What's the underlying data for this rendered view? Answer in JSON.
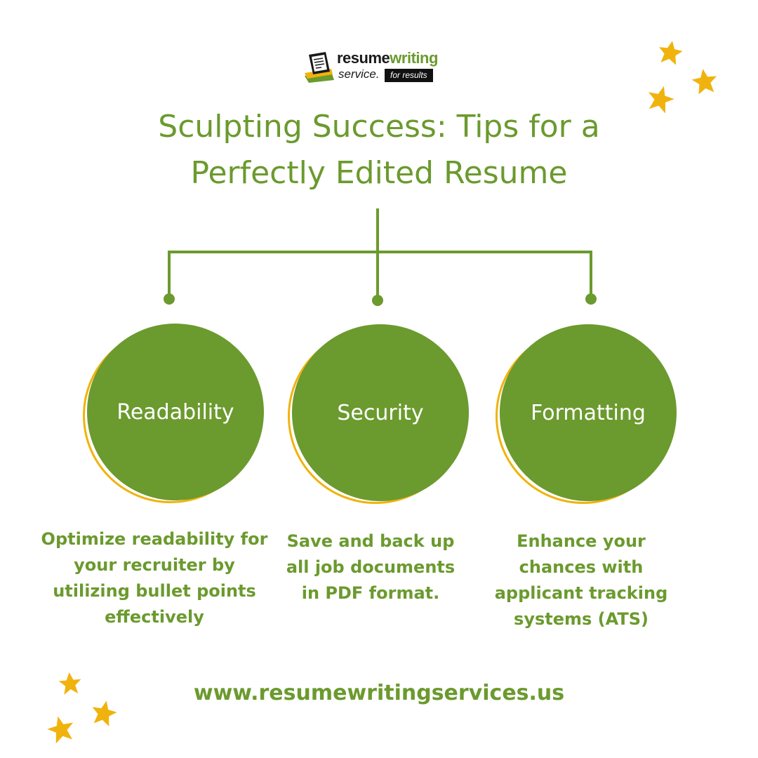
{
  "brand": {
    "logo_word_part1": "resume",
    "logo_word_part2": "writing",
    "logo_sub": "service.",
    "logo_tag": "for results",
    "colors": {
      "green": "#6b9a2e",
      "gold": "#f0b30e",
      "dark": "#111111",
      "white": "#ffffff"
    }
  },
  "header": {
    "title_line1": "Sculpting Success: Tips for a",
    "title_line2": "Perfectly Edited Resume"
  },
  "tips": [
    {
      "label": "Readability",
      "description": [
        "Optimize readability for",
        "your recruiter by",
        "utilizing bullet points",
        "effectively"
      ]
    },
    {
      "label": "Security",
      "description": [
        "Save and back up",
        "all job documents",
        "in PDF format."
      ]
    },
    {
      "label": "Formatting",
      "description": [
        "Enhance your",
        "chances with",
        "applicant tracking",
        "systems (ATS)"
      ]
    }
  ],
  "footer": {
    "url": "www.resumewritingservices.us"
  },
  "decorations": {
    "star_icon": "star-icon",
    "logo_icon": "resume-document-icon"
  }
}
